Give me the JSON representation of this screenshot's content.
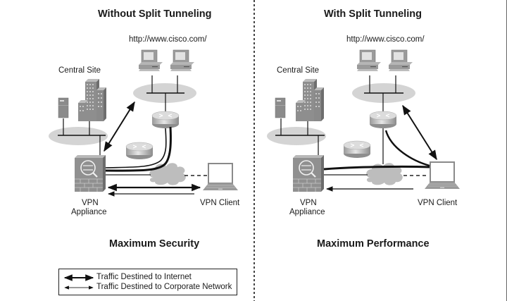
{
  "left_panel": {
    "title": "Without Split Tunneling",
    "url_label": "http://www.cisco.com/",
    "site_label": "Central Site",
    "appliance_label_1": "VPN",
    "appliance_label_2": "Appliance",
    "client_label": "VPN Client",
    "caption": "Maximum Security"
  },
  "right_panel": {
    "title": "With Split Tunneling",
    "url_label": "http://www.cisco.com/",
    "site_label": "Central Site",
    "appliance_label_1": "VPN",
    "appliance_label_2": "Appliance",
    "client_label": "VPN Client",
    "caption": "Maximum Performance"
  },
  "legend": {
    "items": [
      {
        "label": "Traffic Destined to Internet",
        "style": "thick"
      },
      {
        "label": "Traffic Destined to Corporate Network",
        "style": "thin"
      }
    ]
  },
  "colors": {
    "ink": "#1a1a1a",
    "device_gray": "#8a8a8a",
    "ellipse_gray": "#d4d4d4",
    "cloud_gray": "#bdbdbd"
  }
}
